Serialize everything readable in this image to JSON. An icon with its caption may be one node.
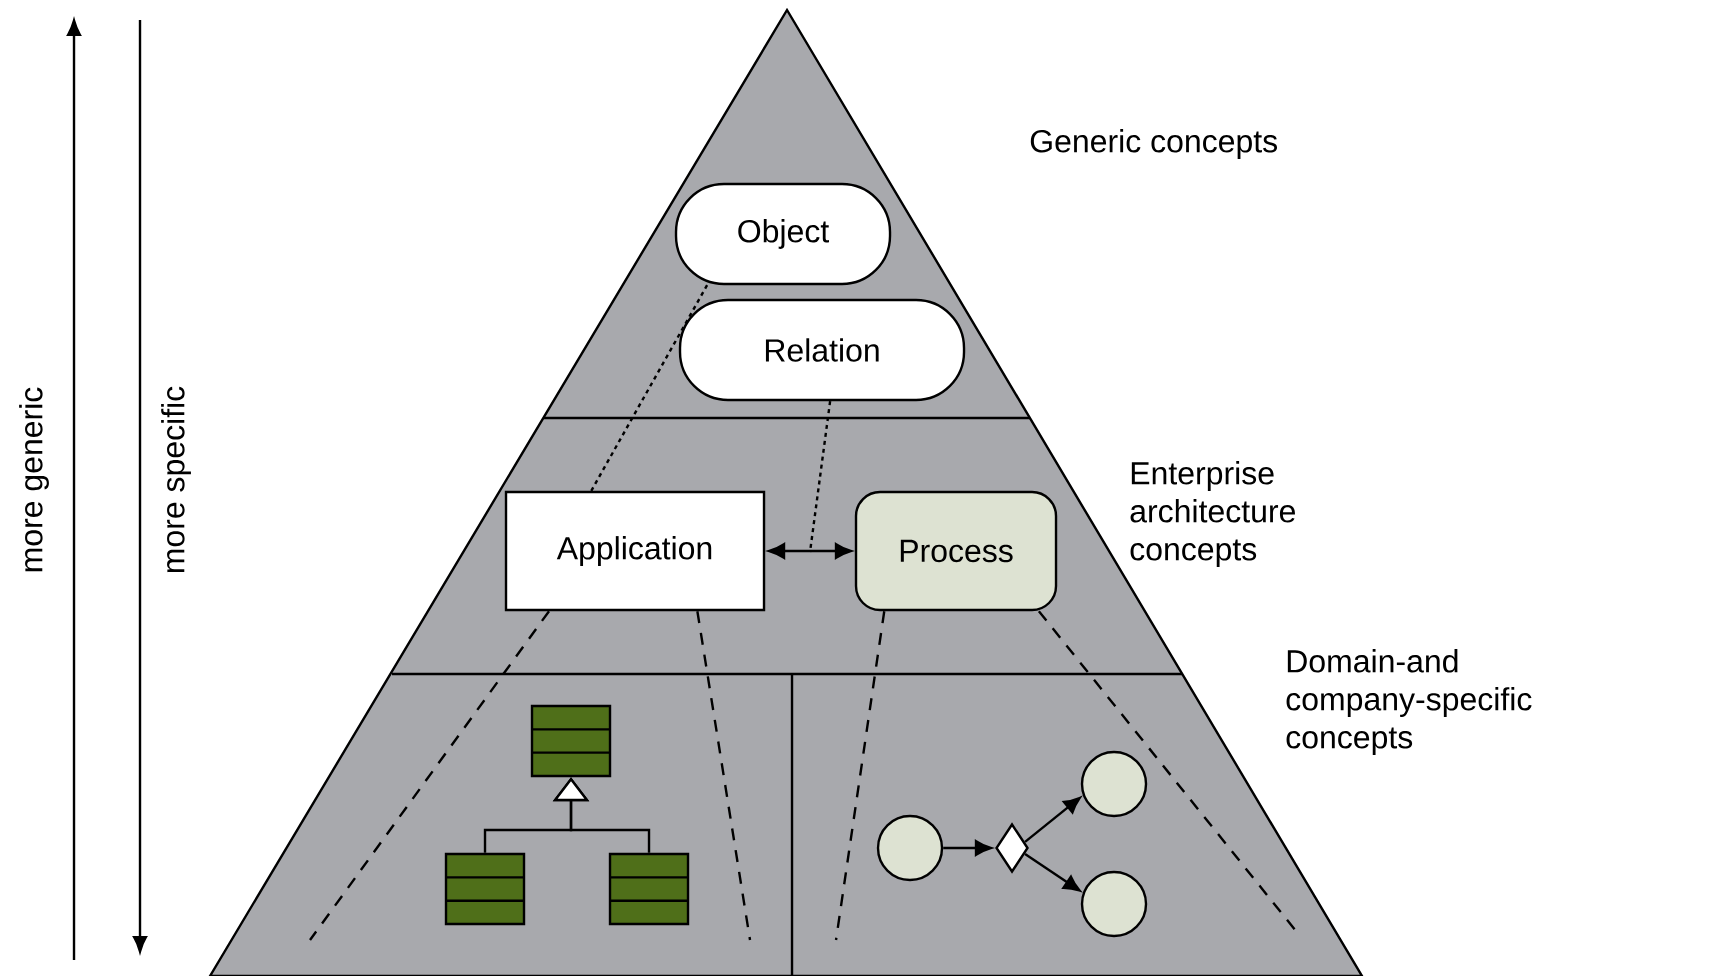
{
  "diagram": {
    "nodes": [
      {
        "text": [
          "Object"
        ]
      },
      {
        "text": [
          "Relation"
        ]
      },
      {
        "text": [
          "Application"
        ]
      },
      {
        "text": [
          "Process"
        ]
      },
      {
        "text": [],
        "shape": "box"
      },
      {
        "text": [],
        "shape": "box"
      },
      {
        "text": [],
        "shape": "box"
      },
      {
        "text": [],
        "shape": "circle"
      },
      {
        "text": [],
        "shape": "diamond"
      },
      {
        "text": [],
        "shape": "circle"
      },
      {
        "text": [],
        "shape": "circle"
      }
    ],
    "edges": [
      {
        "from": 0,
        "to": 2,
        "arrow": "none",
        "style": "dashed"
      },
      {
        "from": 1,
        "to": null,
        "arrow": "none",
        "style": "dashed"
      },
      {
        "from": 2,
        "to": 3,
        "arrow": "both"
      },
      {
        "from": 2,
        "to": null,
        "arrow": "none",
        "style": "dashed"
      },
      {
        "from": 2,
        "to": null,
        "arrow": "none",
        "style": "dashed"
      },
      {
        "from": 3,
        "to": null,
        "arrow": "none",
        "style": "dashed"
      },
      {
        "from": 3,
        "to": null,
        "arrow": "none",
        "style": "dashed"
      },
      {
        "from": 5,
        "to": 4,
        "arrow": "to"
      },
      {
        "from": 6,
        "to": 4,
        "arrow": "to"
      },
      {
        "from": 7,
        "to": 8,
        "arrow": "to"
      },
      {
        "from": 8,
        "to": 9,
        "arrow": "to"
      },
      {
        "from": 8,
        "to": 10,
        "arrow": "to"
      }
    ],
    "labels": [
      "more generic",
      "more specific",
      "Generic concepts",
      "Enterprise architecture concepts",
      "Domain-and company-specific concepts"
    ]
  }
}
